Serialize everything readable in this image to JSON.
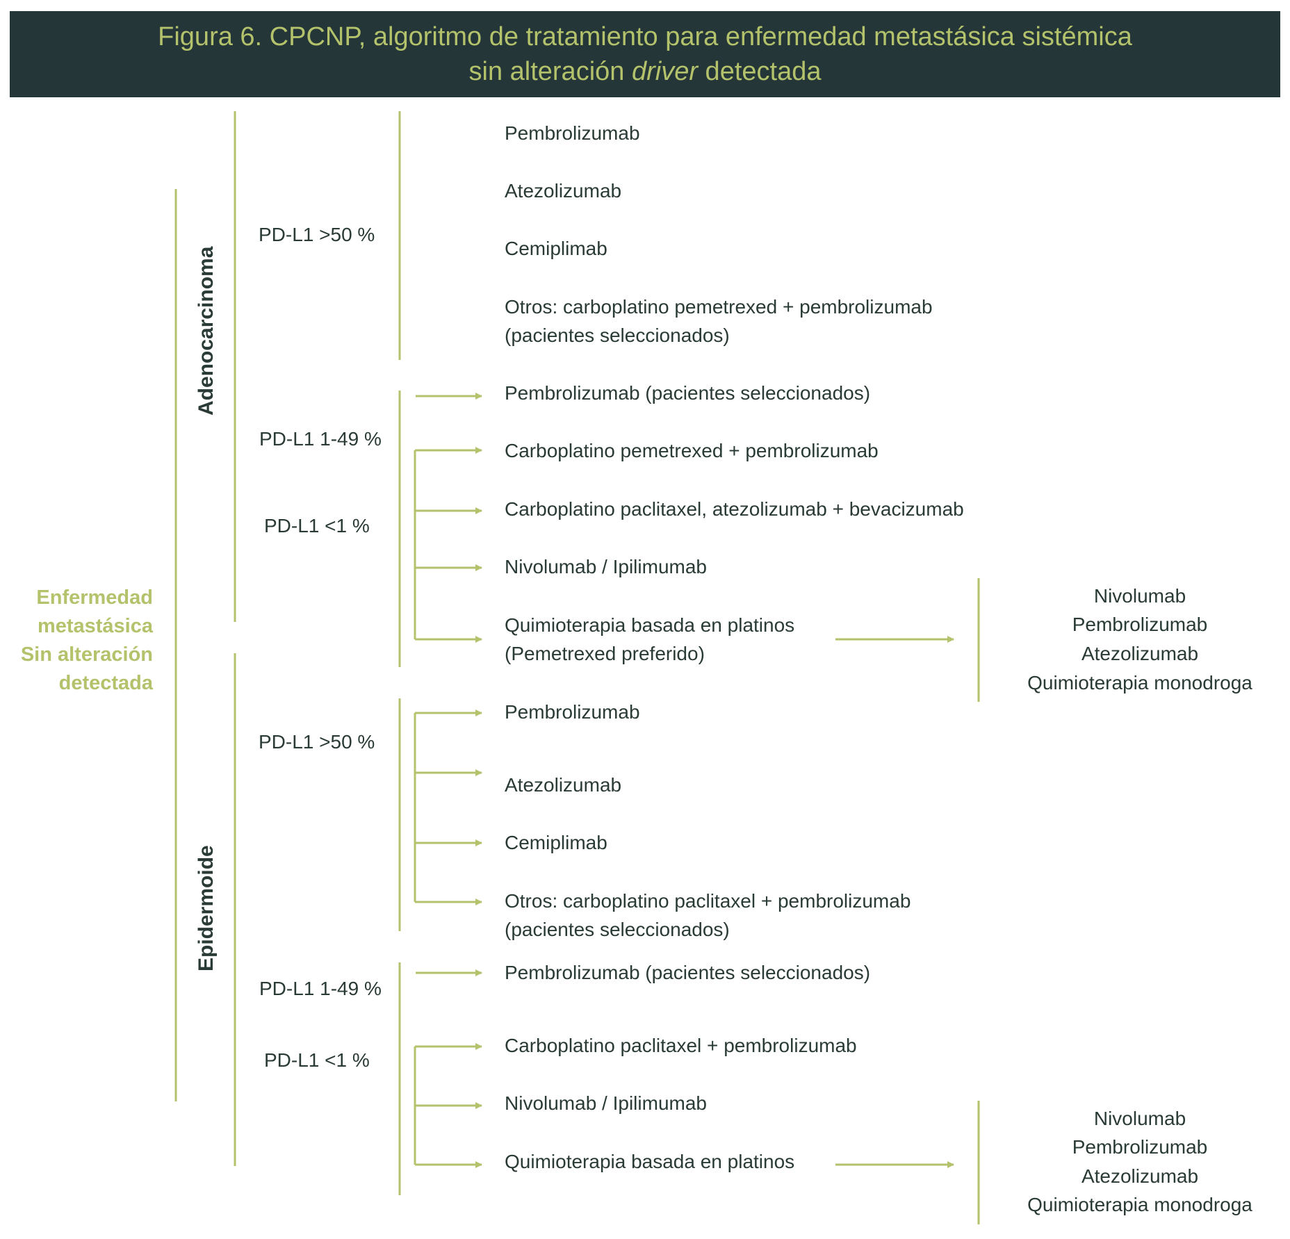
{
  "title": {
    "line1": "Figura 6. CPCNP, algoritmo de tratamiento para enfermedad metastásica sistémica",
    "line2_pre": "sin alteración ",
    "line2_italic": "driver",
    "line2_post": " detectada"
  },
  "root": {
    "line1": "Enfermedad",
    "line2": "metastásica",
    "line3": "Sin alteración",
    "line4": "detectada"
  },
  "histologies": {
    "adeno": "Adenocarcinoma",
    "epi": "Epidermoide"
  },
  "pdl1": {
    "adeno_high": "PD-L1 >50 %",
    "adeno_mid": "PD-L1 1-49 %",
    "adeno_low": "PD-L1 <1 %",
    "epi_high": "PD-L1 >50 %",
    "epi_mid": "PD-L1 1-49 %",
    "epi_low": "PD-L1 <1 %"
  },
  "treatments": {
    "a_high_1": "Pembrolizumab",
    "a_high_2": "Atezolizumab",
    "a_high_3": "Cemiplimab",
    "a_high_4a": "Otros: carboplatino pemetrexed + pembrolizumab",
    "a_high_4b": "(pacientes seleccionados)",
    "a_mid_1": "Pembrolizumab (pacientes seleccionados)",
    "a_low_1": "Carboplatino pemetrexed + pembrolizumab",
    "a_low_2": "Carboplatino paclitaxel, atezolizumab + bevacizumab",
    "a_low_3": "Nivolumab / Ipilimumab",
    "a_low_4a": "Quimioterapia basada en platinos",
    "a_low_4b": "(Pemetrexed preferido)",
    "e_high_1": "Pembrolizumab",
    "e_high_2": "Atezolizumab",
    "e_high_3": "Cemiplimab",
    "e_high_4a": "Otros: carboplatino paclitaxel + pembrolizumab",
    "e_high_4b": "(pacientes seleccionados)",
    "e_mid_1": "Pembrolizumab (pacientes seleccionados)",
    "e_low_1": "Carboplatino paclitaxel + pembrolizumab",
    "e_low_2": "Nivolumab / Ipilimumab",
    "e_low_3": "Quimioterapia basada en platinos"
  },
  "second_line": {
    "a_1": "Nivolumab",
    "a_2": "Pembrolizumab",
    "a_3": "Atezolizumab",
    "a_4": "Quimioterapia monodroga",
    "e_1": "Nivolumab",
    "e_2": "Pembrolizumab",
    "e_3": "Atezolizumab",
    "e_4": "Quimioterapia monodroga"
  },
  "colors": {
    "header_bg": "#243638",
    "accent": "#b3c26b",
    "text": "#2a3a36"
  }
}
